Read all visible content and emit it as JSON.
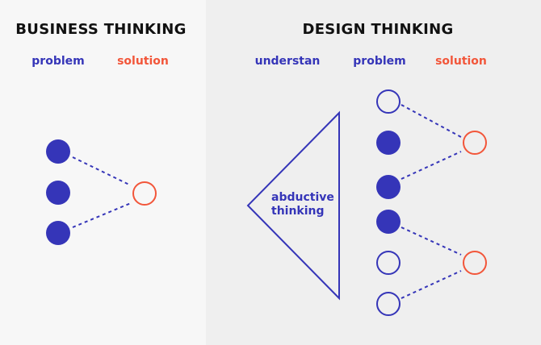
{
  "business": {
    "title": "BUSINESS THINKING",
    "problem_label": "problem",
    "solution_label": "solution"
  },
  "design": {
    "title": "DESIGN THINKING",
    "understand_label": "understan",
    "problem_label": "problem",
    "solution_label": "solution",
    "triangle_text_line1": "abductive",
    "triangle_text_line2": "thinking"
  },
  "colors": {
    "blue": "#3535b8",
    "red": "#f2563a",
    "left_bg": "#f7f7f7",
    "right_bg": "#efefef"
  },
  "business_nodes": {
    "problems": [
      "filled",
      "filled",
      "filled"
    ],
    "solutions": [
      "outline"
    ]
  },
  "design_nodes": {
    "problems": [
      "outline",
      "filled",
      "filled",
      "filled",
      "outline",
      "outline"
    ],
    "solutions": [
      "outline",
      "outline"
    ]
  }
}
